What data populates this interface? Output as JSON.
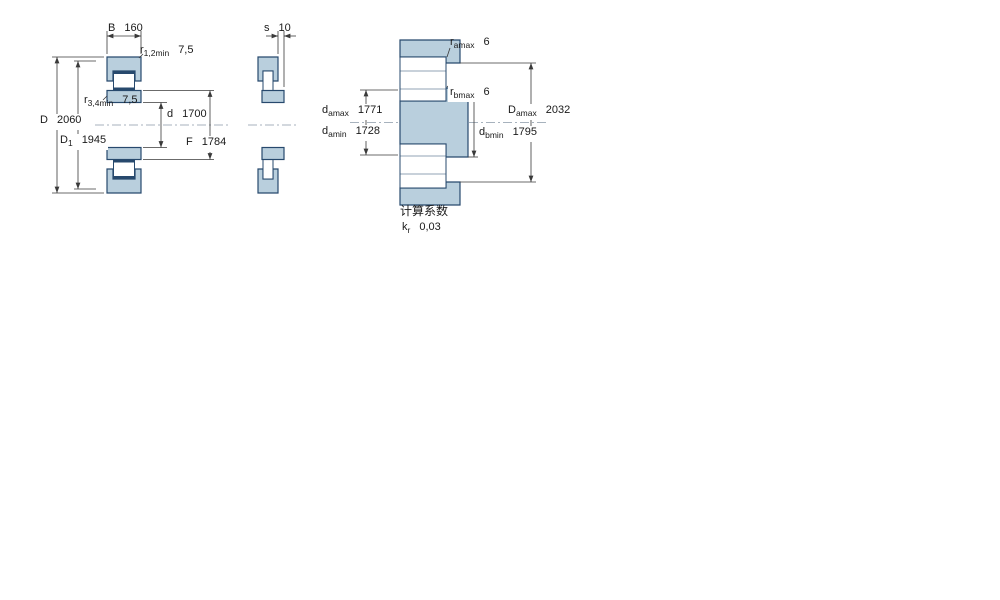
{
  "page": {
    "background": "#ffffff"
  },
  "drawing": {
    "colors": {
      "ring_fill": "#b9cfdd",
      "outline": "#27496d",
      "dim_line": "#3a3a3a",
      "center_line": "#8a99a8",
      "text": "#1a1a1a"
    },
    "views": [
      {
        "id": "left-section",
        "name": "bearing cross section"
      },
      {
        "id": "middle-section",
        "name": "axial displacement view"
      },
      {
        "id": "right-mounting",
        "name": "abutment and mounting dimensions"
      }
    ],
    "dims": {
      "B": {
        "base": "B",
        "sub": "",
        "value": "160"
      },
      "r12min": {
        "base": "r",
        "sub": "1,2min",
        "value": "7,5"
      },
      "r34min": {
        "base": "r",
        "sub": "3,4min",
        "value": "7,5"
      },
      "D": {
        "base": "D",
        "sub": "",
        "value": "2060"
      },
      "D1": {
        "base": "D",
        "sub": "1",
        "value": "1945"
      },
      "d": {
        "base": "d",
        "sub": "",
        "value": "1700"
      },
      "F": {
        "base": "F",
        "sub": "",
        "value": "1784"
      },
      "s": {
        "base": "s",
        "sub": "",
        "value": "10"
      },
      "ramax": {
        "base": "r",
        "sub": "amax",
        "value": "6"
      },
      "rbmax": {
        "base": "r",
        "sub": "bmax",
        "value": "6"
      },
      "damax": {
        "base": "d",
        "sub": "amax",
        "value": "1771"
      },
      "damin": {
        "base": "d",
        "sub": "amin",
        "value": "1728"
      },
      "dbmin": {
        "base": "d",
        "sub": "bmin",
        "value": "1795"
      },
      "Damax": {
        "base": "D",
        "sub": "amax",
        "value": "2032"
      }
    },
    "factors": {
      "heading": "计算系数",
      "kr": {
        "base": "k",
        "sub": "r",
        "value": "0,03"
      }
    }
  }
}
